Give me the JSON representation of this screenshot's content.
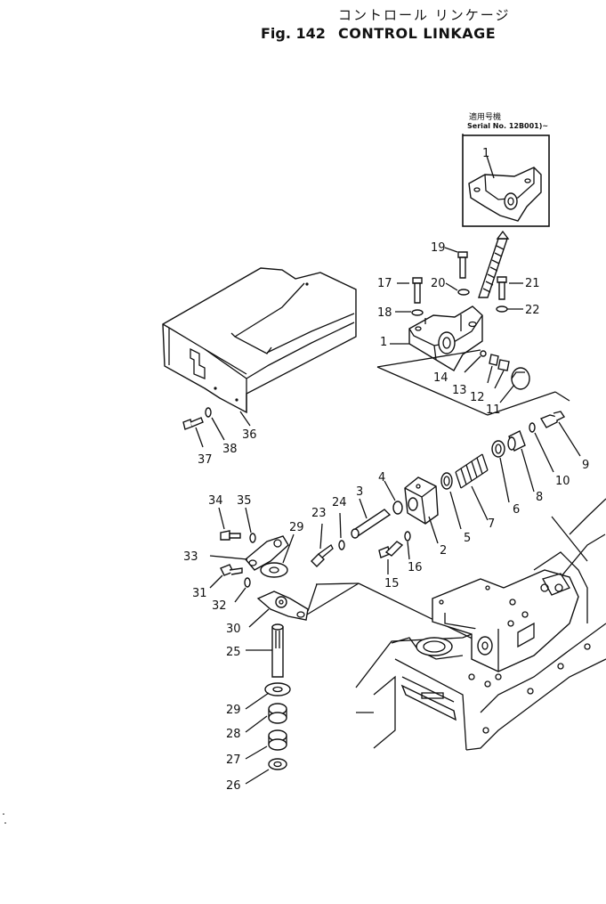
{
  "title": {
    "japanese": "コントロール リンケージ",
    "figure": "Fig. 142",
    "name": "CONTROL LINKAGE"
  },
  "inset": {
    "serial_japanese": "適用号機",
    "serial_label": "Serial No. 12B001)~",
    "part": "1"
  },
  "callouts": {
    "c1": "1",
    "c2": "2",
    "c3": "3",
    "c4": "4",
    "c5": "5",
    "c6": "6",
    "c7": "7",
    "c8": "8",
    "c9": "9",
    "c10": "10",
    "c11": "11",
    "c12": "12",
    "c13": "13",
    "c14": "14",
    "c15": "15",
    "c16": "16",
    "c17": "17",
    "c18": "18",
    "c19": "19",
    "c20": "20",
    "c21": "21",
    "c22": "22",
    "c23": "23",
    "c24": "24",
    "c25": "25",
    "c26": "26",
    "c27": "27",
    "c28": "28",
    "c29a": "29",
    "c29b": "29",
    "c30": "30",
    "c31": "31",
    "c32": "32",
    "c33": "33",
    "c34": "34",
    "c35": "35",
    "c36": "36",
    "c37": "37",
    "c38": "38"
  }
}
